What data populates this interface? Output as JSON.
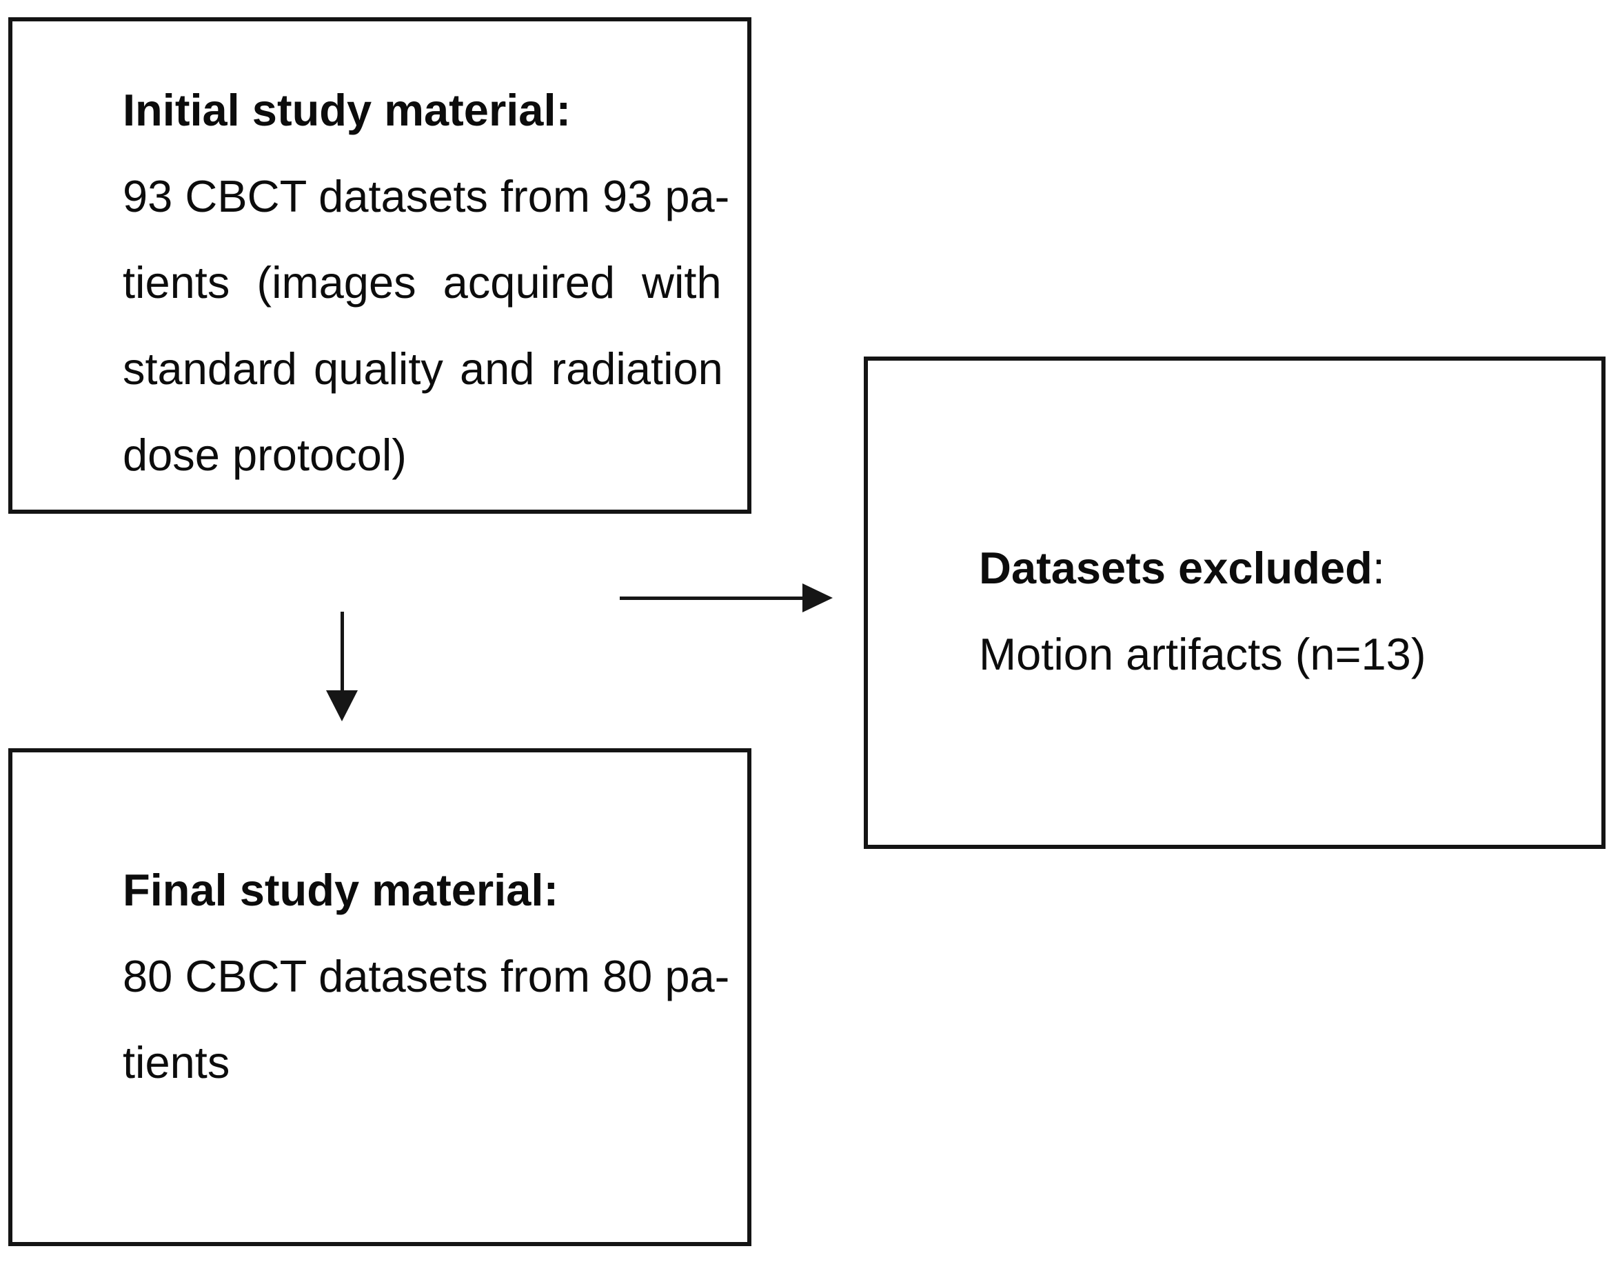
{
  "colors": {
    "background": "#ffffff",
    "ink": "#0c0c0c",
    "border": "#141414"
  },
  "boxes": {
    "initial": {
      "title": "Initial study material:",
      "lines": [
        "93 CBCT datasets from 93 pa-",
        "tients (images acquired with",
        "standard quality and radiation",
        "dose protocol)"
      ]
    },
    "excluded": {
      "title": "Datasets excluded",
      "colon": ":",
      "lines": [
        "Motion artifacts (n=13)"
      ]
    },
    "final": {
      "title": "Final study material:",
      "lines": [
        "80 CBCT datasets from 80 pa-",
        "tients"
      ]
    }
  },
  "arrows": {
    "down": "initial-to-final",
    "right": "initial-to-excluded"
  }
}
